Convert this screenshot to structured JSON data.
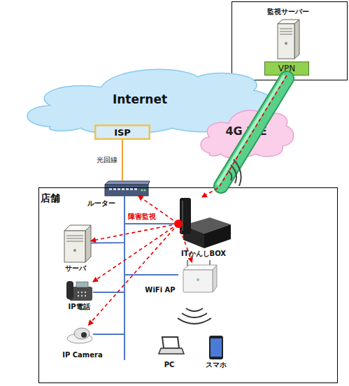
{
  "diagram": {
    "nodes": [
      {
        "text": [
          "監視サーバー"
        ]
      },
      {
        "text": [
          "VPN"
        ],
        "in": 0
      },
      {
        "text": [
          "Internet"
        ]
      },
      {
        "text": [
          "ISP"
        ]
      },
      {
        "text": [
          "4G LTE"
        ]
      },
      {
        "text": [
          "店舗"
        ]
      },
      {
        "text": [
          "ルーター"
        ],
        "in": 5
      },
      {
        "text": [
          "ITかんしBOX"
        ],
        "in": 5
      },
      {
        "text": [
          "サーバ"
        ],
        "in": 5
      },
      {
        "text": [
          "IP電話"
        ],
        "in": 5
      },
      {
        "text": [
          "IP Camera"
        ],
        "in": 5
      },
      {
        "text": [
          "WiFi AP"
        ],
        "in": 5
      },
      {
        "text": [
          "PC"
        ],
        "in": 5
      },
      {
        "text": [
          "スマホ"
        ],
        "in": 5
      }
    ],
    "edges": [
      {
        "from": 1,
        "to": 7,
        "arrow": "to"
      },
      {
        "from": 3,
        "to": 6,
        "label": "光回線",
        "arrow": "none"
      },
      {
        "from": 6,
        "to": 7,
        "arrow": "none"
      },
      {
        "from": 6,
        "to": 8,
        "arrow": "none"
      },
      {
        "from": 6,
        "to": 9,
        "arrow": "none"
      },
      {
        "from": 6,
        "to": 10,
        "arrow": "none"
      },
      {
        "from": 6,
        "to": 11,
        "arrow": "none"
      },
      {
        "from": 7,
        "to": 6,
        "arrow": "to"
      },
      {
        "from": 7,
        "to": 8,
        "arrow": "to"
      },
      {
        "from": 7,
        "to": 9,
        "arrow": "to"
      },
      {
        "from": 7,
        "to": 10,
        "arrow": "to"
      },
      {
        "from": 7,
        "to": 11,
        "arrow": "to"
      }
    ],
    "labels": [
      "障害監視"
    ]
  }
}
